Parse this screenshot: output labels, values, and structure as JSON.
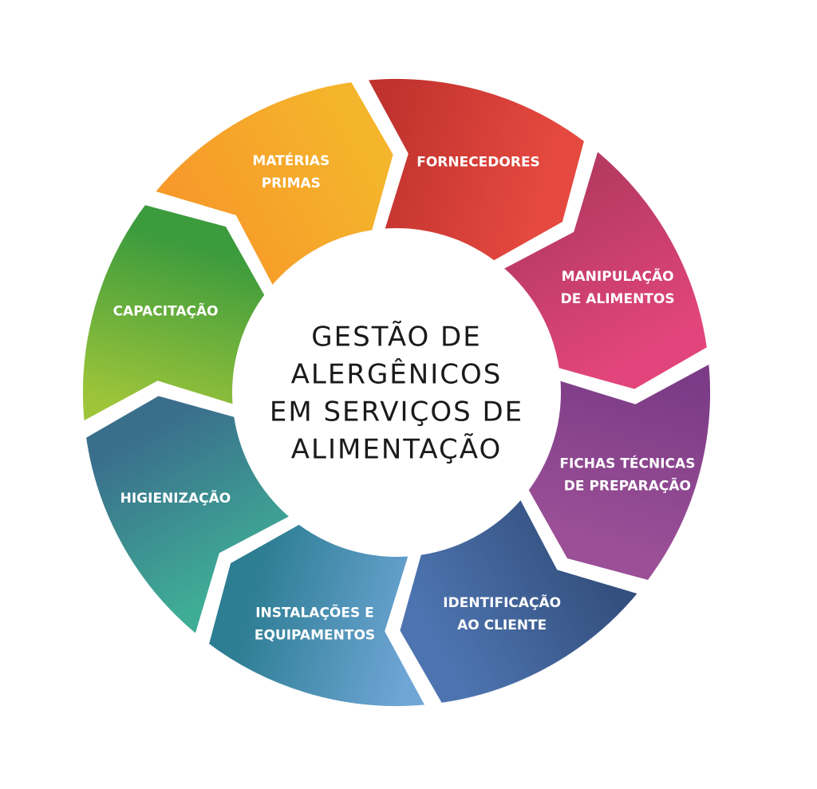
{
  "center": {
    "lines": [
      "GESTÃO DE",
      "ALERGÊNICOS",
      "EM SERVIÇOS DE",
      "ALIMENTAÇÃO"
    ]
  },
  "segments": [
    {
      "id": "materias-primas",
      "lines": [
        "MATÉRIAS",
        "PRIMAS"
      ],
      "color_start": "#f79a2a",
      "color_end": "#f4b42b"
    },
    {
      "id": "fornecedores",
      "lines": [
        "FORNECEDORES"
      ],
      "color_start": "#c0322e",
      "color_end": "#e5493f"
    },
    {
      "id": "manipulacao",
      "lines": [
        "MANIPULAÇÃO",
        "DE ALIMENTOS"
      ],
      "color_start": "#b63a62",
      "color_end": "#e2457b"
    },
    {
      "id": "fichas-tecnicas",
      "lines": [
        "FICHAS TÉCNICAS",
        "DE PREPARAÇÃO"
      ],
      "color_start": "#7b3b86",
      "color_end": "#9a4f96"
    },
    {
      "id": "identificacao",
      "lines": [
        "IDENTIFICAÇÃO",
        "AO CLIENTE"
      ],
      "color_start": "#34507f",
      "color_end": "#4d74b0"
    },
    {
      "id": "instalacoes",
      "lines": [
        "INSTALAÇÕES E",
        "EQUIPAMENTOS"
      ],
      "color_start": "#6fa6d6",
      "color_end": "#2d7d93"
    },
    {
      "id": "higienizacao",
      "lines": [
        "HIGIENIZAÇÃO"
      ],
      "color_start": "#3fad96",
      "color_end": "#3a6f8c"
    },
    {
      "id": "capacitacao",
      "lines": [
        "CAPACITAÇÃO"
      ],
      "color_start": "#9ec53a",
      "color_end": "#3c9b3d"
    }
  ]
}
